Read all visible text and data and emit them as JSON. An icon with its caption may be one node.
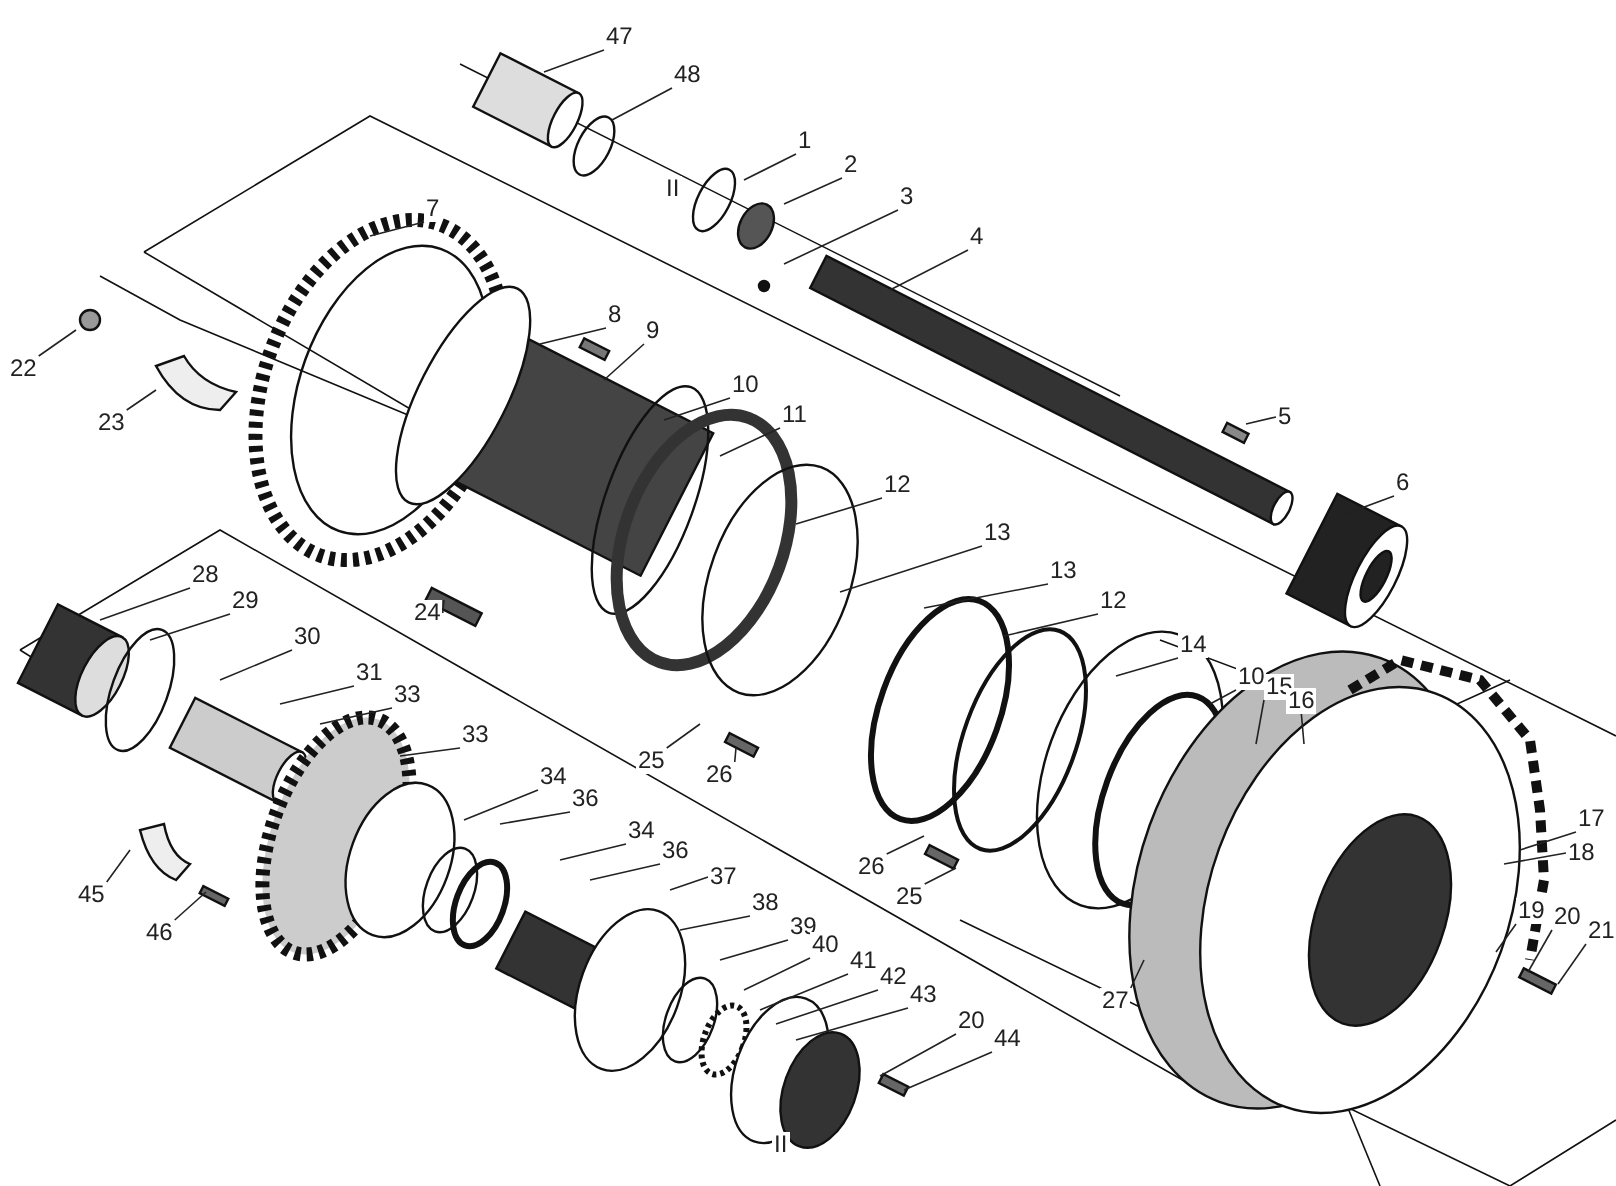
{
  "diagram": {
    "nodes": [
      {
        "text": [
          "47"
        ]
      },
      {
        "text": [
          "48"
        ]
      },
      {
        "text": [
          "1"
        ]
      },
      {
        "text": [
          "2"
        ]
      },
      {
        "text": [
          "3"
        ]
      },
      {
        "text": [
          "4"
        ]
      },
      {
        "text": [
          "7"
        ]
      },
      {
        "text": [
          "8"
        ]
      },
      {
        "text": [
          "9"
        ]
      },
      {
        "text": [
          "22"
        ]
      },
      {
        "text": [
          "10"
        ]
      },
      {
        "text": [
          "23"
        ]
      },
      {
        "text": [
          "11"
        ]
      },
      {
        "text": [
          "5"
        ]
      },
      {
        "text": [
          "6"
        ]
      },
      {
        "text": [
          "12"
        ]
      },
      {
        "text": [
          "13"
        ]
      },
      {
        "text": [
          "13"
        ]
      },
      {
        "text": [
          "28"
        ]
      },
      {
        "text": [
          "12"
        ]
      },
      {
        "text": [
          "29"
        ]
      },
      {
        "text": [
          "24"
        ]
      },
      {
        "text": [
          "30"
        ]
      },
      {
        "text": [
          "14"
        ]
      },
      {
        "text": [
          "31"
        ]
      },
      {
        "text": [
          "10"
        ]
      },
      {
        "text": [
          "15"
        ]
      },
      {
        "text": [
          "33"
        ]
      },
      {
        "text": [
          "16"
        ]
      },
      {
        "text": [
          "33"
        ]
      },
      {
        "text": [
          "25"
        ]
      },
      {
        "text": [
          "26"
        ]
      },
      {
        "text": [
          "34"
        ]
      },
      {
        "text": [
          "36"
        ]
      },
      {
        "text": [
          "17"
        ]
      },
      {
        "text": [
          "34"
        ]
      },
      {
        "text": [
          "18"
        ]
      },
      {
        "text": [
          "36"
        ]
      },
      {
        "text": [
          "26"
        ]
      },
      {
        "text": [
          "25"
        ]
      },
      {
        "text": [
          "37"
        ]
      },
      {
        "text": [
          "45"
        ]
      },
      {
        "text": [
          "38"
        ]
      },
      {
        "text": [
          "19"
        ]
      },
      {
        "text": [
          "20"
        ]
      },
      {
        "text": [
          "21"
        ]
      },
      {
        "text": [
          "39"
        ]
      },
      {
        "text": [
          "46"
        ]
      },
      {
        "text": [
          "40"
        ]
      },
      {
        "text": [
          "41"
        ]
      },
      {
        "text": [
          "42"
        ]
      },
      {
        "text": [
          "43"
        ]
      },
      {
        "text": [
          "27"
        ]
      },
      {
        "text": [
          "20"
        ]
      },
      {
        "text": [
          "44"
        ]
      }
    ],
    "edges": [
      {
        "from": 0,
        "to": null,
        "arrow": "none"
      },
      {
        "from": 1,
        "to": null,
        "arrow": "none"
      },
      {
        "from": 2,
        "to": null,
        "arrow": "none"
      },
      {
        "from": 3,
        "to": null,
        "arrow": "none"
      },
      {
        "from": 4,
        "to": null,
        "arrow": "none"
      },
      {
        "from": 5,
        "to": null,
        "arrow": "none"
      },
      {
        "from": 6,
        "to": null,
        "arrow": "none"
      },
      {
        "from": 7,
        "to": null,
        "arrow": "none"
      },
      {
        "from": 8,
        "to": null,
        "arrow": "none"
      },
      {
        "from": 9,
        "to": null,
        "arrow": "none"
      },
      {
        "from": 10,
        "to": null,
        "arrow": "none"
      },
      {
        "from": 11,
        "to": null,
        "arrow": "none"
      },
      {
        "from": 12,
        "to": null,
        "arrow": "none"
      },
      {
        "from": 13,
        "to": null,
        "arrow": "none"
      },
      {
        "from": 14,
        "to": null,
        "arrow": "none"
      },
      {
        "from": 15,
        "to": null,
        "arrow": "none"
      },
      {
        "from": 16,
        "to": null,
        "arrow": "none"
      },
      {
        "from": 17,
        "to": null,
        "arrow": "none"
      },
      {
        "from": 18,
        "to": null,
        "arrow": "none"
      },
      {
        "from": 19,
        "to": null,
        "arrow": "none"
      },
      {
        "from": 20,
        "to": null,
        "arrow": "none"
      },
      {
        "from": 21,
        "to": null,
        "arrow": "none"
      },
      {
        "from": 22,
        "to": null,
        "arrow": "none"
      },
      {
        "from": 23,
        "to": null,
        "arrow": "none"
      },
      {
        "from": 24,
        "to": null,
        "arrow": "none"
      },
      {
        "from": 25,
        "to": null,
        "arrow": "none"
      },
      {
        "from": 26,
        "to": null,
        "arrow": "none"
      },
      {
        "from": 27,
        "to": null,
        "arrow": "none"
      },
      {
        "from": 28,
        "to": null,
        "arrow": "none"
      },
      {
        "from": 29,
        "to": null,
        "arrow": "none"
      },
      {
        "from": 30,
        "to": null,
        "arrow": "none"
      },
      {
        "from": 31,
        "to": null,
        "arrow": "none"
      },
      {
        "from": 32,
        "to": null,
        "arrow": "none"
      },
      {
        "from": 33,
        "to": null,
        "arrow": "none"
      },
      {
        "from": 34,
        "to": null,
        "arrow": "none"
      },
      {
        "from": 35,
        "to": null,
        "arrow": "none"
      },
      {
        "from": 36,
        "to": null,
        "arrow": "none"
      },
      {
        "from": 37,
        "to": null,
        "arrow": "none"
      },
      {
        "from": 38,
        "to": null,
        "arrow": "none"
      },
      {
        "from": 39,
        "to": null,
        "arrow": "none"
      },
      {
        "from": 40,
        "to": null,
        "arrow": "none"
      },
      {
        "from": 41,
        "to": null,
        "arrow": "none"
      },
      {
        "from": 42,
        "to": null,
        "arrow": "none"
      },
      {
        "from": 43,
        "to": null,
        "arrow": "none"
      },
      {
        "from": 44,
        "to": null,
        "arrow": "none"
      },
      {
        "from": 45,
        "to": null,
        "arrow": "none"
      },
      {
        "from": 46,
        "to": null,
        "arrow": "none"
      },
      {
        "from": 47,
        "to": null,
        "arrow": "none"
      },
      {
        "from": 48,
        "to": null,
        "arrow": "none"
      },
      {
        "from": 49,
        "to": null,
        "arrow": "none"
      },
      {
        "from": 50,
        "to": null,
        "arrow": "none"
      },
      {
        "from": 51,
        "to": null,
        "arrow": "none"
      },
      {
        "from": 52,
        "to": null,
        "arrow": "none"
      },
      {
        "from": 53,
        "to": null,
        "arrow": "none"
      },
      {
        "from": 54,
        "to": null,
        "arrow": "none"
      }
    ],
    "labels": [
      "II",
      "II"
    ]
  }
}
